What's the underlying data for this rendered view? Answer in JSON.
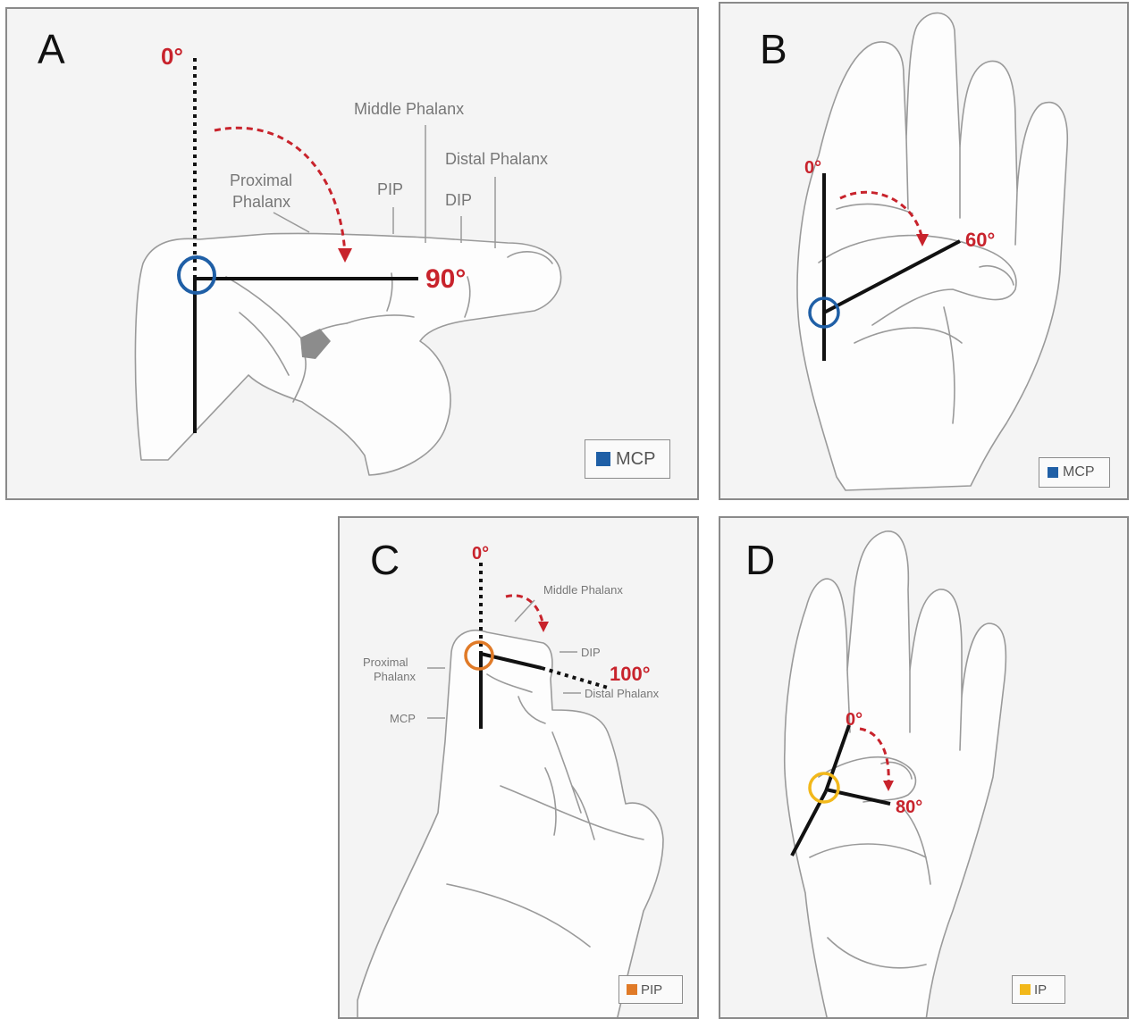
{
  "colors": {
    "angle_red": "#c8232c",
    "mcp_blue": "#1f5fa6",
    "pip_orange": "#e07a27",
    "ip_yellow": "#f2b81a"
  },
  "panels": {
    "a": {
      "letter": "A",
      "start_angle": "0°",
      "end_angle": "90°",
      "labels": {
        "middle_phalanx": "Middle Phalanx",
        "distal_phalanx": "Distal Phalanx",
        "proximal_phalanx_line1": "Proximal",
        "proximal_phalanx_line2": "Phalanx",
        "pip": "PIP",
        "dip": "DIP"
      },
      "legend": "MCP",
      "joint_icon": "circle-joint-marker"
    },
    "b": {
      "letter": "B",
      "start_angle": "0°",
      "end_angle": "60°",
      "legend": "MCP"
    },
    "c": {
      "letter": "C",
      "start_angle": "0°",
      "end_angle": "100°",
      "labels": {
        "middle_phalanx": "Middle Phalanx",
        "dip": "DIP",
        "distal_phalanx": "Distal Phalanx",
        "proximal_line1": "Proximal",
        "proximal_line2": "Phalanx",
        "mcp": "MCP"
      },
      "legend": "PIP"
    },
    "d": {
      "letter": "D",
      "start_angle": "0°",
      "end_angle": "80°",
      "legend": "IP"
    }
  }
}
